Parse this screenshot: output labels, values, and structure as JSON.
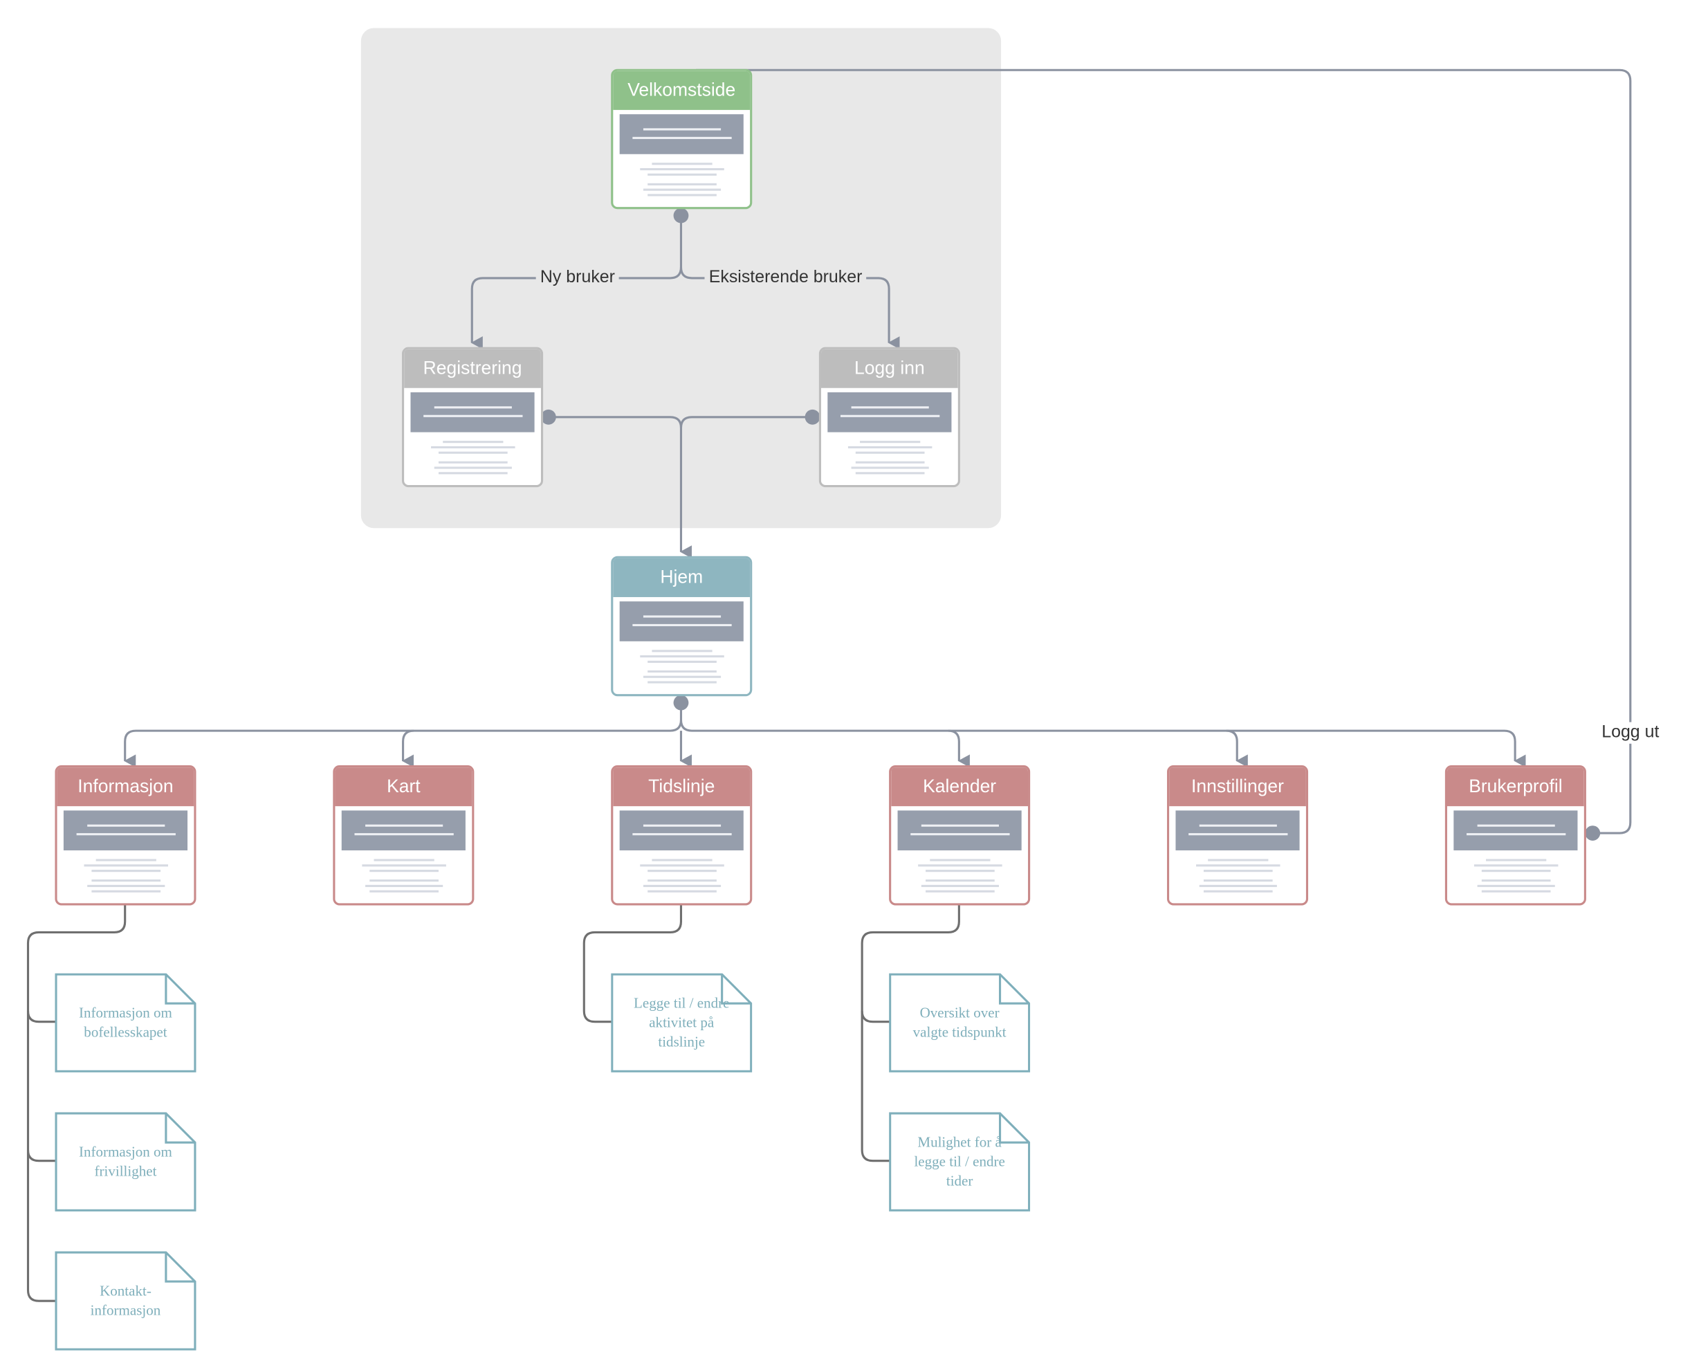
{
  "diagram": {
    "colors": {
      "start": "#8fc18a",
      "auth": "#bdbdbd",
      "home": "#8eb6c0",
      "section": "#c98a8a",
      "note": "#7fafbb",
      "connector": "#8b92a0",
      "group_background": "#e8e8e8"
    },
    "pages": {
      "velkomstside": "Velkomstside",
      "registrering": "Registrering",
      "logg_inn": "Logg inn",
      "hjem": "Hjem",
      "informasjon": "Informasjon",
      "kart": "Kart",
      "tidslinje": "Tidslinje",
      "kalender": "Kalender",
      "innstillinger": "Innstillinger",
      "brukerprofil": "Brukerprofil"
    },
    "edge_labels": {
      "ny_bruker": "Ny bruker",
      "eksisterende_bruker": "Eksisterende bruker",
      "logg_ut": "Logg ut"
    },
    "notes": {
      "info_bofellesskapet": "Informasjon om\nbofellesskapet",
      "info_frivillighet": "Informasjon om\nfrivillighet",
      "kontakt": "Kontakt-\ninformasjon",
      "legge_til_aktivitet": "Legge til / endre\naktivitet på\ntidslinje",
      "oversikt_tidspunkt": "Oversikt over\nvalgte tidspunkt",
      "mulighet_tider": "Mulighet for å\nlegge til / endre\ntider"
    }
  }
}
